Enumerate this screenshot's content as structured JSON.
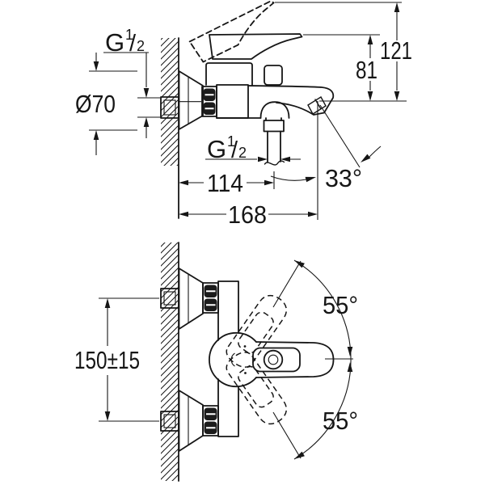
{
  "drawing": {
    "top_view": {
      "wall_thread": {
        "symbol": "G",
        "numerator": "1",
        "slash": "/",
        "denominator": "2"
      },
      "escutcheon_diameter": "Ø70",
      "overall_height": "121",
      "handle_height": "81",
      "hose_outlet_thread": {
        "symbol": "G",
        "numerator": "1",
        "slash": "/",
        "denominator": "2"
      },
      "hose_outlet_offset": "114",
      "overall_depth": "168",
      "spout_angle": "33°"
    },
    "bottom_view": {
      "inlet_spacing": "150±15",
      "handle_swing_up": "55°",
      "handle_swing_down": "55°"
    }
  }
}
